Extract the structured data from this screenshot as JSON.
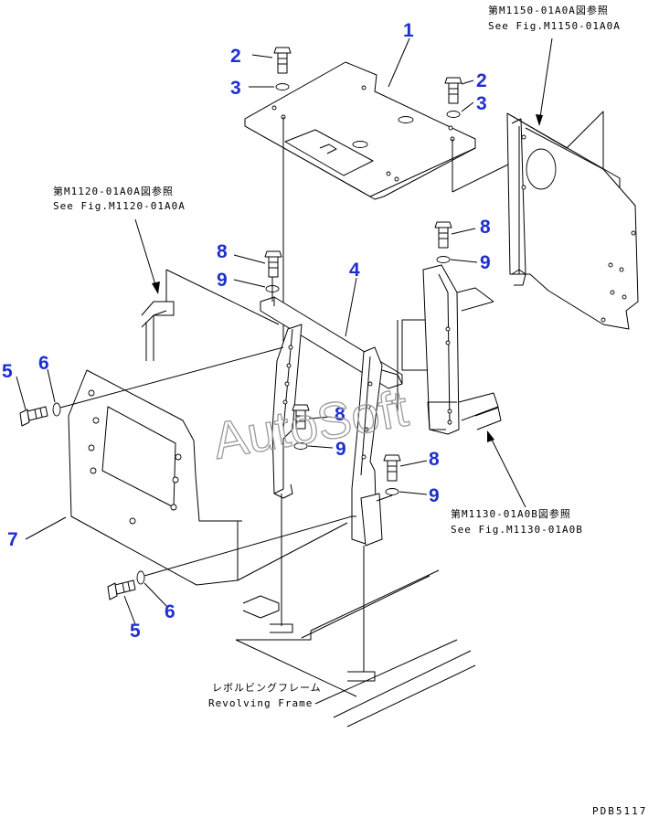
{
  "diagram": {
    "callouts": [
      {
        "id": "c1",
        "text": "1"
      },
      {
        "id": "c2a",
        "text": "2"
      },
      {
        "id": "c3a",
        "text": "3"
      },
      {
        "id": "c2b",
        "text": "2"
      },
      {
        "id": "c3b",
        "text": "3"
      },
      {
        "id": "c4",
        "text": "4"
      },
      {
        "id": "c5a",
        "text": "5"
      },
      {
        "id": "c6a",
        "text": "6"
      },
      {
        "id": "c7",
        "text": "7"
      },
      {
        "id": "c5b",
        "text": "5"
      },
      {
        "id": "c6b",
        "text": "6"
      },
      {
        "id": "c8a",
        "text": "8"
      },
      {
        "id": "c9a",
        "text": "9"
      },
      {
        "id": "c8b",
        "text": "8"
      },
      {
        "id": "c9b",
        "text": "9"
      },
      {
        "id": "c8c",
        "text": "8"
      },
      {
        "id": "c9c",
        "text": "9"
      },
      {
        "id": "c8d",
        "text": "8"
      },
      {
        "id": "c9d",
        "text": "9"
      }
    ],
    "references": {
      "m1150": {
        "jp": "第M1150-01A0A図参照",
        "en": "See Fig.M1150-01A0A"
      },
      "m1120": {
        "jp": "第M1120-01A0A図参照",
        "en": "See Fig.M1120-01A0A"
      },
      "m1130": {
        "jp": "第M1130-01A0B図参照",
        "en": "See Fig.M1130-01A0B"
      },
      "frame": {
        "jp": "レボルビングフレーム",
        "en": "Revolving Frame"
      }
    },
    "watermark": "AutoSoft",
    "drawing_code": "PDB5117",
    "colors": {
      "callout": "#1e2fd2",
      "line": "#000000",
      "watermark": "#9a9a9a"
    }
  }
}
